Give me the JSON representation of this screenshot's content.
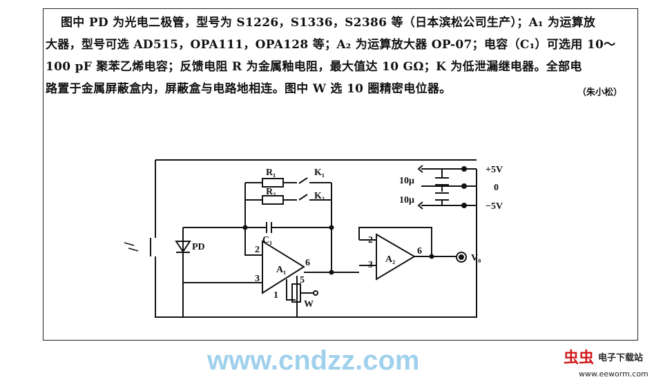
{
  "text_lines": [
    "图中 PD 为光电二极管，型号为 S1226，S1336，S2386 等（日本滨松公司生产）；A₁ 为运算放",
    "大器，型号可选 AD515，OPA111，OPA128 等；A₂ 为运算放大器 OP-07；电容（C₁）可选用 10～",
    "100 pF 聚苯乙烯电容；反馈电阻 R 为金属釉电阻，最大值达 10 GΩ；K 为低泄漏继电器。全部电",
    "路置于金属屏蔽盒内，屏蔽盒与电路地相连。图中 W 选 10 圈精密电位器。"
  ],
  "credit": "（朱小松）",
  "circuit": {
    "r1": "R₁",
    "r2": "R₂",
    "k1": "K₁",
    "k2": "K₂",
    "c1": "C₁",
    "pd": "PD",
    "a1": "A₁",
    "a2": "A₂",
    "w": "W",
    "vo": "V₀",
    "cap_top": "10μ",
    "cap_bot": "10μ",
    "plus5": "+5V",
    "zero": "0",
    "minus5": "−5V",
    "pin2a": "2",
    "pin3a": "3",
    "pin6a": "6",
    "pin5a": "5",
    "pin1a": "1",
    "pin2b": "2",
    "pin3b": "3",
    "pin6b": "6"
  },
  "watermark": "www.cndzz.com",
  "logo": {
    "bugs": "虫虫",
    "name": "电子下载站",
    "url": "www.eeworm.com",
    "accent": "#d01818"
  }
}
